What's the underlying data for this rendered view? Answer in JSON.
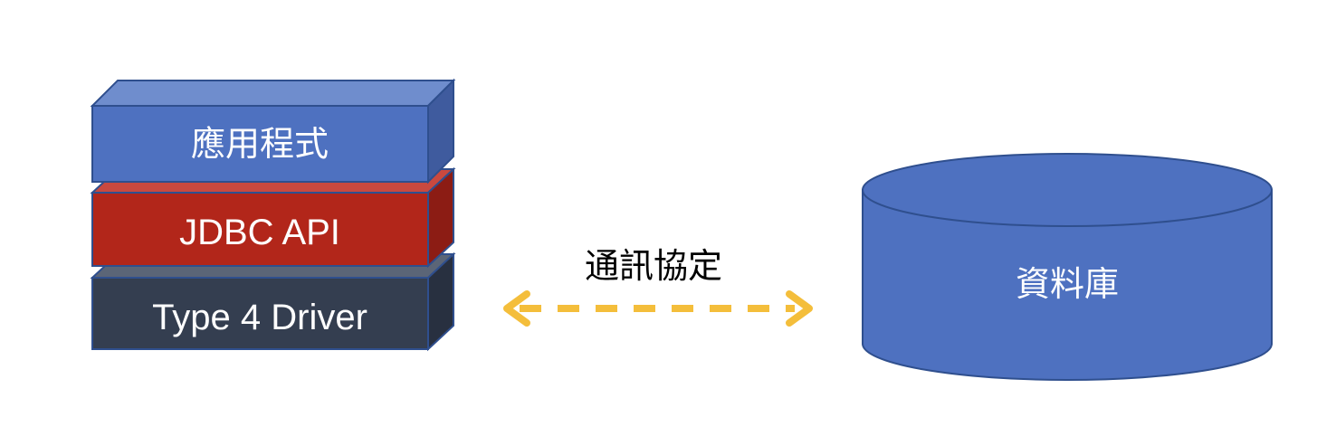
{
  "stack": {
    "layers": [
      {
        "label": "應用程式",
        "face_color": "#4E71C0",
        "top_color": "#6F8DCD",
        "side_color": "#3F5B9E",
        "border_color": "#2F4F8E"
      },
      {
        "label": "JDBC API",
        "face_color": "#B2261A",
        "top_color": "#C9493F",
        "side_color": "#8C1C14",
        "border_color": "#2F4F8E"
      },
      {
        "label": "Type 4 Driver",
        "face_color": "#343E50",
        "top_color": "#5B6577",
        "side_color": "#283040",
        "border_color": "#2F4F8E"
      }
    ]
  },
  "connection": {
    "label": "通訊協定",
    "arrow_color": "#F4BE3B",
    "style": "dashed double-headed arrow"
  },
  "database": {
    "label": "資料庫",
    "fill_color": "#4E71C0",
    "border_color": "#2F4F8E"
  }
}
